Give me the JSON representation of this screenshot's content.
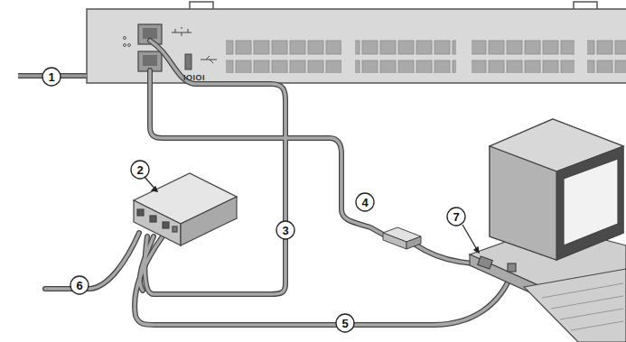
{
  "diagram": {
    "labels": [
      "1",
      "2",
      "3",
      "4",
      "5",
      "6",
      "7",
      "IOIOI"
    ]
  }
}
